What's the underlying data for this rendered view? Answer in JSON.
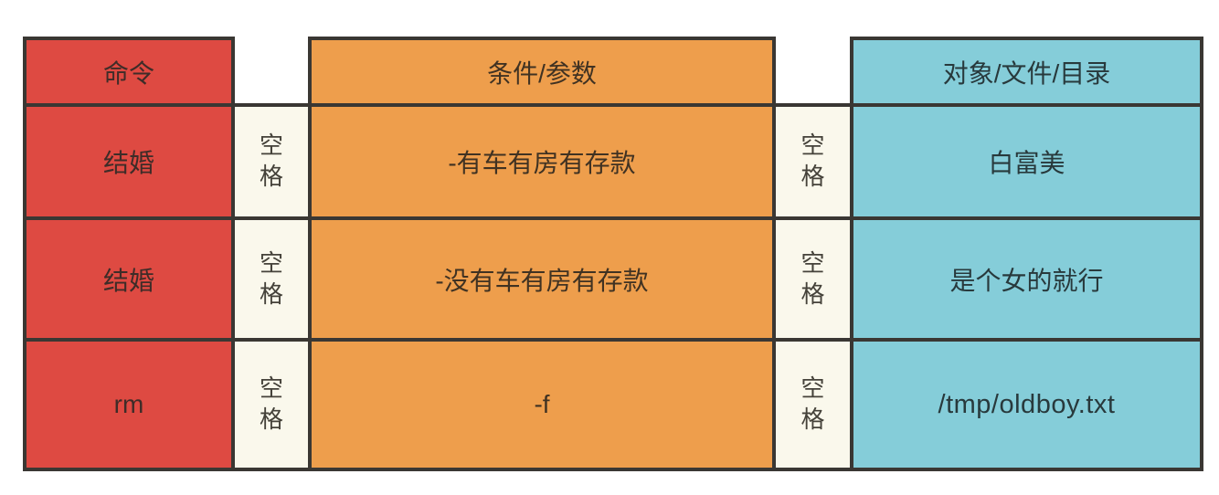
{
  "table": {
    "headers": [
      {
        "label": "命令"
      },
      {
        "label": "条件/参数"
      },
      {
        "label": "对象/文件/目录"
      }
    ],
    "separator": {
      "label": "空\n格"
    },
    "rows": [
      {
        "command": "结婚",
        "params": "-有车有房有存款",
        "object": "白富美"
      },
      {
        "command": "结婚",
        "params": "-没有车有房有存款",
        "object": "是个女的就行"
      },
      {
        "command": "rm",
        "params": "-f",
        "object": "/tmp/oldboy.txt"
      }
    ],
    "colors": {
      "command_column": "#de4a42",
      "params_column": "#ee9e4c",
      "object_column": "#85cdd9",
      "separator_column": "#faf8ec",
      "border": "#3a3733",
      "page_background": "#ffffff"
    }
  }
}
